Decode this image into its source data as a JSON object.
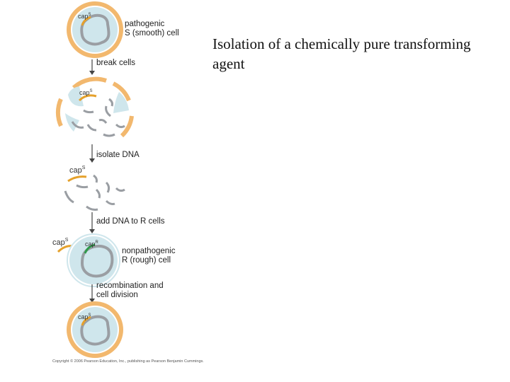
{
  "headline": "Isolation of a chemically pure transforming agent",
  "diagram": {
    "step1_label_line1": "pathogenic",
    "step1_label_line2": "S (smooth) cell",
    "step2_label": "break cells",
    "step3_label": "isolate DNA",
    "step4_label": "add DNA to R cells",
    "step4_cell_label_line1": "nonpathogenic",
    "step4_cell_label_line2": "R (rough) cell",
    "step5_label_line1": "recombination and",
    "step5_label_line2": "cell division",
    "gene_label": "cap",
    "gene_superscript": "S",
    "gene_r_superscript": "R",
    "copyright": "Copyright © 2006 Pearson Education, Inc., publishing as Pearson Benjamin Cummings."
  },
  "colors": {
    "cell_wall": "#f2b86e",
    "cell_interior": "#cfe6ec",
    "cell_membrane": "#ffffff",
    "dna": "#9a9ea3",
    "gene_s": "#e5a12c",
    "gene_r": "#2e9a4a",
    "arrow": "#444444"
  }
}
